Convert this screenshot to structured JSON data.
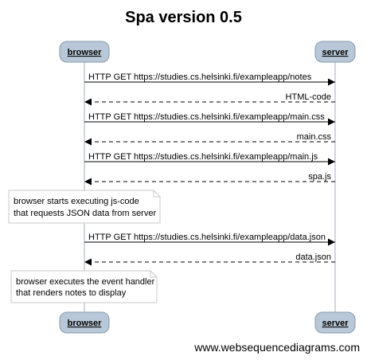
{
  "title": "Spa version 0.5",
  "footer": "www.websequencediagrams.com",
  "participants": [
    {
      "id": "browser",
      "label": "browser"
    },
    {
      "id": "server",
      "label": "server"
    }
  ],
  "messages": [
    {
      "from": "browser",
      "to": "server",
      "label": "HTTP GET https://studies.cs.helsinki.fi/exampleapp/notes",
      "style": "solid"
    },
    {
      "from": "server",
      "to": "browser",
      "label": "HTML-code",
      "style": "dashed"
    },
    {
      "from": "browser",
      "to": "server",
      "label": "HTTP GET https://studies.cs.helsinki.fi/exampleapp/main.css",
      "style": "solid"
    },
    {
      "from": "server",
      "to": "browser",
      "label": "main.css",
      "style": "dashed"
    },
    {
      "from": "browser",
      "to": "server",
      "label": "HTTP GET https://studies.cs.helsinki.fi/exampleapp/main.js",
      "style": "solid"
    },
    {
      "from": "server",
      "to": "browser",
      "label": "spa.js",
      "style": "dashed"
    },
    {
      "from": "browser",
      "to": "server",
      "label": "HTTP GET https://studies.cs.helsinki.fi/exampleapp/data.json",
      "style": "solid"
    },
    {
      "from": "server",
      "to": "browser",
      "label": "data.json",
      "style": "dashed"
    }
  ],
  "notes": [
    {
      "lines": [
        "browser starts executing js-code",
        "that requests JSON data from server"
      ]
    },
    {
      "lines": [
        "browser executes the event handler",
        "that renders notes to display"
      ]
    }
  ],
  "colors": {
    "participant_fill": "#b8c8d8",
    "participant_stroke": "#8a9aaa",
    "lifeline": "#c0c8d0",
    "arrow": "#000000",
    "note_fill": "#ffffff",
    "note_stroke": "#c8c8c8"
  }
}
